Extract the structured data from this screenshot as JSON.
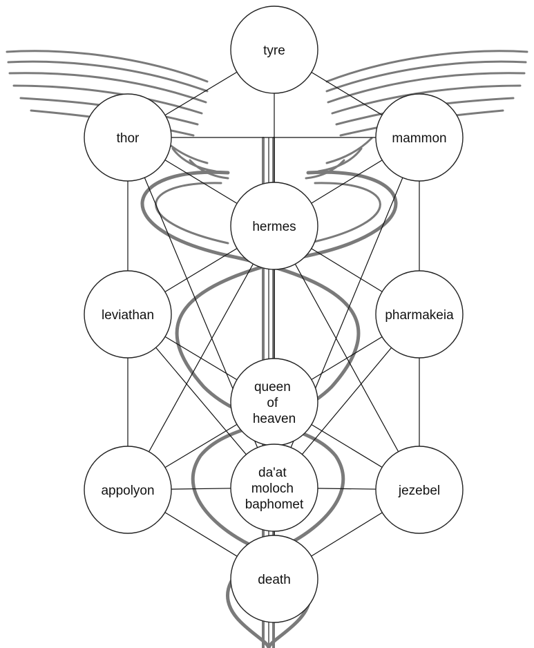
{
  "colors": {
    "background": "#ffffff",
    "node_fill": "#ffffff",
    "node_stroke": "#222222",
    "edge_stroke": "#111111",
    "backdrop_stroke": "#7a7a7a"
  },
  "backdrop": "caduceus-winged-staff-with-two-serpents",
  "nodes": [
    {
      "id": "tyre",
      "lines": [
        "tyre"
      ]
    },
    {
      "id": "thor",
      "lines": [
        "thor"
      ]
    },
    {
      "id": "mammon",
      "lines": [
        "mammon"
      ]
    },
    {
      "id": "hermes",
      "lines": [
        "hermes"
      ]
    },
    {
      "id": "leviathan",
      "lines": [
        "leviathan"
      ]
    },
    {
      "id": "pharmakeia",
      "lines": [
        "pharmakeia"
      ]
    },
    {
      "id": "queen",
      "lines": [
        "queen",
        "of",
        "heaven"
      ]
    },
    {
      "id": "appolyon",
      "lines": [
        "appolyon"
      ]
    },
    {
      "id": "daat",
      "lines": [
        "da'at",
        "moloch",
        "baphomet"
      ]
    },
    {
      "id": "jezebel",
      "lines": [
        "jezebel"
      ]
    },
    {
      "id": "death",
      "lines": [
        "death"
      ]
    }
  ],
  "edges": [
    [
      "tyre",
      "thor"
    ],
    [
      "tyre",
      "mammon"
    ],
    [
      "tyre",
      "hermes"
    ],
    [
      "thor",
      "mammon"
    ],
    [
      "thor",
      "hermes"
    ],
    [
      "mammon",
      "hermes"
    ],
    [
      "thor",
      "leviathan"
    ],
    [
      "mammon",
      "pharmakeia"
    ],
    [
      "thor",
      "daat"
    ],
    [
      "mammon",
      "daat"
    ],
    [
      "hermes",
      "leviathan"
    ],
    [
      "hermes",
      "pharmakeia"
    ],
    [
      "hermes",
      "appolyon"
    ],
    [
      "hermes",
      "jezebel"
    ],
    [
      "hermes",
      "queen"
    ],
    [
      "leviathan",
      "appolyon"
    ],
    [
      "leviathan",
      "queen"
    ],
    [
      "leviathan",
      "daat"
    ],
    [
      "pharmakeia",
      "jezebel"
    ],
    [
      "pharmakeia",
      "queen"
    ],
    [
      "pharmakeia",
      "daat"
    ],
    [
      "queen",
      "appolyon"
    ],
    [
      "queen",
      "jezebel"
    ],
    [
      "queen",
      "daat"
    ],
    [
      "appolyon",
      "daat"
    ],
    [
      "jezebel",
      "daat"
    ],
    [
      "appolyon",
      "death"
    ],
    [
      "jezebel",
      "death"
    ],
    [
      "daat",
      "death"
    ]
  ]
}
